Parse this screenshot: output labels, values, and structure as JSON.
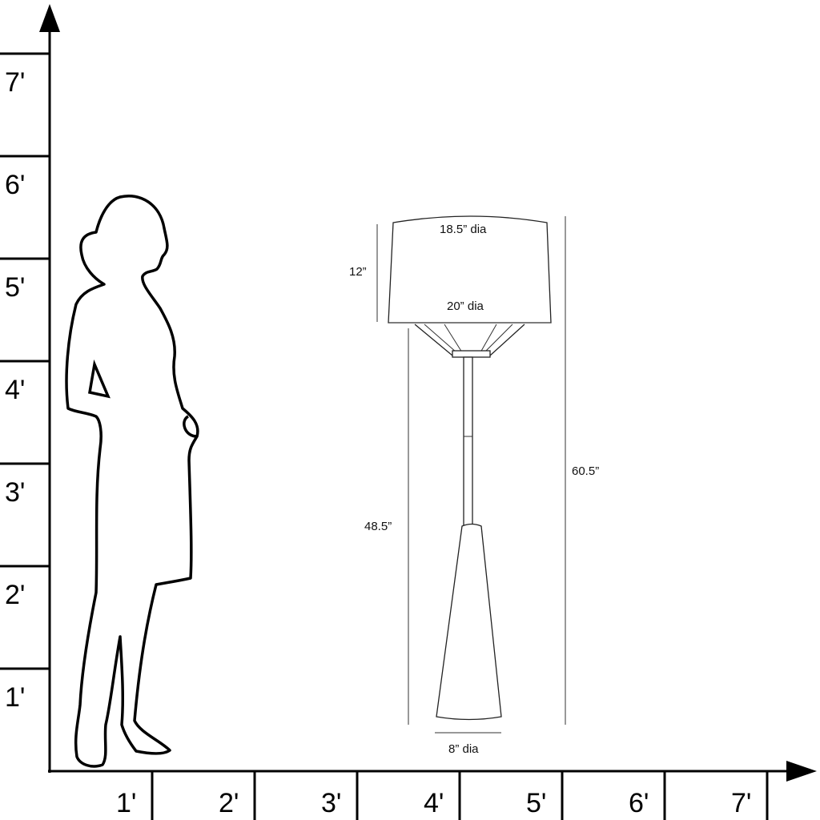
{
  "diagram": {
    "y_axis_labels": [
      "1'",
      "2'",
      "3'",
      "4'",
      "5'",
      "6'",
      "7'"
    ],
    "x_axis_labels": [
      "1'",
      "2'",
      "3'",
      "4'",
      "5'",
      "6'",
      "7'"
    ],
    "dimensions": {
      "shade_top": "18.5” dia",
      "shade_bottom": "20” dia",
      "shade_height": "12”",
      "base_height": "48.5”",
      "overall_height": "60.5”",
      "base_dia": "8” dia"
    }
  }
}
